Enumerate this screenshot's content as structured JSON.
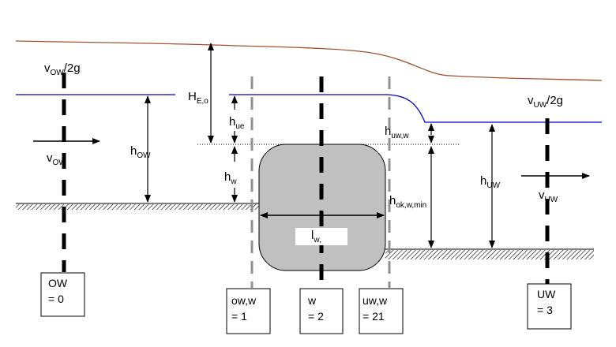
{
  "labels": {
    "v_ow_2g": {
      "main": "v",
      "sub": "OW",
      "tail": "/2g"
    },
    "v_ow": {
      "main": "v",
      "sub": "OW"
    },
    "h_ow": {
      "main": "h",
      "sub": "OW"
    },
    "H_Eo": {
      "main": "H",
      "sub": "E,o"
    },
    "h_ue": {
      "main": "h",
      "sub": "ue"
    },
    "h_w": {
      "main": "h",
      "sub": "w"
    },
    "l_w": {
      "main": "l",
      "sub": "w,"
    },
    "h_uww": {
      "main": "h",
      "sub": "uw,w"
    },
    "h_okwmin": {
      "main": "h",
      "sub": "ok,w,min"
    },
    "h_uw": {
      "main": "h",
      "sub": "UW"
    },
    "v_uw_2g": {
      "main": "v",
      "sub": "UW",
      "tail": "/2g"
    },
    "v_uw": {
      "main": "v",
      "sub": "UW"
    }
  },
  "sections": [
    {
      "line1": "OW",
      "line2": "= 0"
    },
    {
      "line1": "ow,w",
      "line2": "= 1"
    },
    {
      "line1": "w",
      "line2": "= 2"
    },
    {
      "line1": "uw,w",
      "line2": "= 21"
    },
    {
      "line1": "UW",
      "line2": "= 3"
    }
  ],
  "colors": {
    "energy_line": "#a0522d",
    "water_surface": "#0000cc",
    "culvert_fill": "#c0c0c0",
    "ink": "#000000"
  }
}
